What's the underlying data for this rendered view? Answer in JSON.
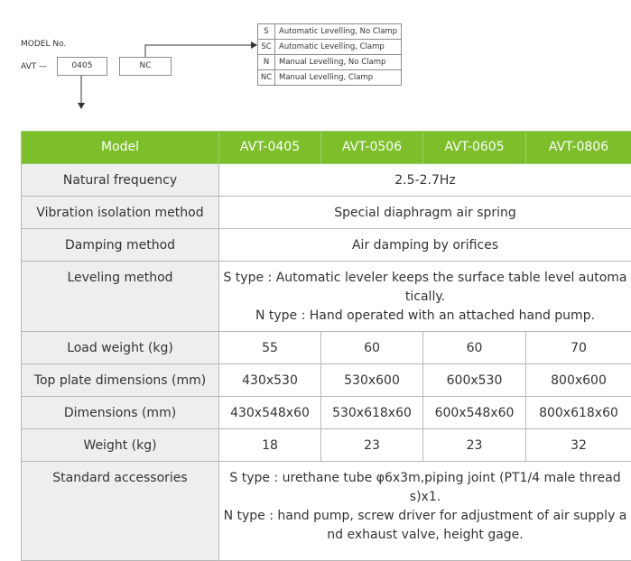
{
  "model_code": {
    "label": "MODEL No.",
    "prefix": "AVT —",
    "size_code": "0405",
    "type_code": "NC",
    "options": [
      {
        "code": "S",
        "description": "Automatic Levelling, No Clamp"
      },
      {
        "code": "SC",
        "description": "Automatic Levelling, Clamp"
      },
      {
        "code": "N",
        "description": "Manual Levelling, No Clamp"
      },
      {
        "code": "NC",
        "description": "Manual Levelling, Clamp"
      }
    ]
  },
  "spec_table": {
    "header": {
      "label": "Model",
      "models": [
        "AVT-0405",
        "AVT-0506",
        "AVT-0605",
        "AVT-0806"
      ]
    },
    "rows": {
      "natural_frequency": {
        "label": "Natural frequency",
        "value": "2.5-2.7Hz"
      },
      "isolation_method": {
        "label": "Vibration isolation method",
        "value": "Special diaphragm air spring"
      },
      "damping_method": {
        "label": "Damping method",
        "value": "Air damping by orifices"
      },
      "leveling_method": {
        "label": "Leveling method",
        "s_type": "S type : Automatic leveler keeps the surface table level automatically.",
        "n_type": "N type : Hand operated with an attached hand pump."
      },
      "load_weight": {
        "label": "Load weight (kg)",
        "values": [
          "55",
          "60",
          "60",
          "70"
        ]
      },
      "top_plate": {
        "label": "Top plate dimensions (mm)",
        "values": [
          "430x530",
          "530x600",
          "600x530",
          "800x600"
        ]
      },
      "dimensions": {
        "label": "Dimensions (mm)",
        "values": [
          "430x548x60",
          "530x618x60",
          "600x548x60",
          "800x618x60"
        ]
      },
      "weight": {
        "label": "Weight (kg)",
        "values": [
          "18",
          "23",
          "23",
          "32"
        ]
      },
      "accessories": {
        "label": "Standard accessories",
        "s_type": "S type : urethane tube φ6x3m,piping joint (PT1/4 male thread s)x1.",
        "n_type": "N type : hand pump, screw driver for adjustment of air supply and exhaust valve, height gage."
      }
    }
  }
}
